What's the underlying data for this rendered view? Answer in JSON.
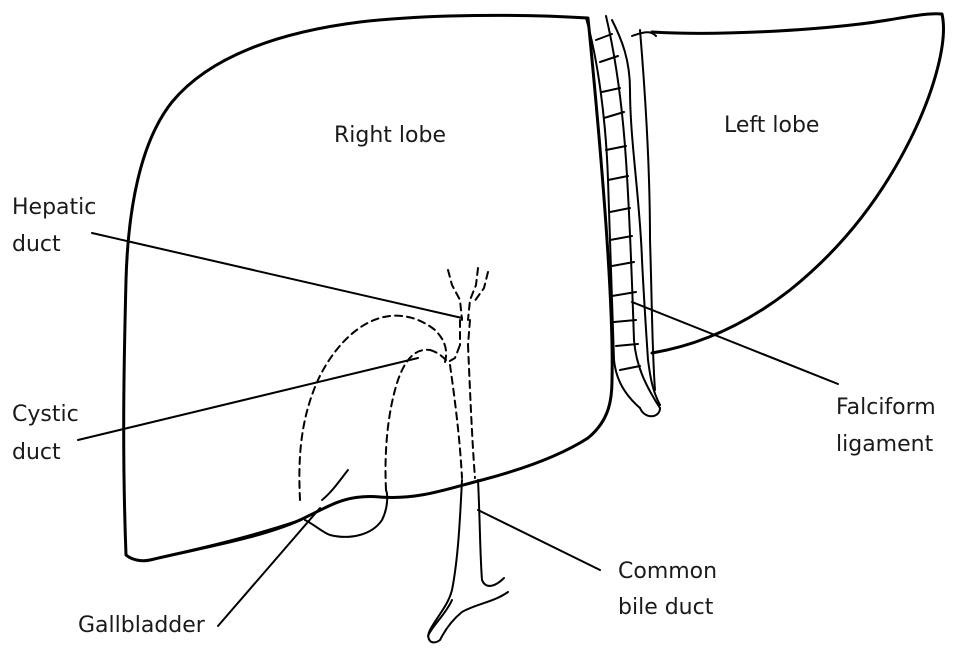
{
  "labels": {
    "right_lobe": "Right lobe",
    "left_lobe": "Left lobe",
    "hepatic_duct": [
      "Hepatic",
      "duct"
    ],
    "cystic_duct": [
      "Cystic",
      "duct"
    ],
    "gallbladder": "Gallbladder",
    "falciform_ligament": [
      "Falciform",
      "ligament"
    ],
    "common_bile_duct": [
      "Common",
      "bile duct"
    ]
  }
}
